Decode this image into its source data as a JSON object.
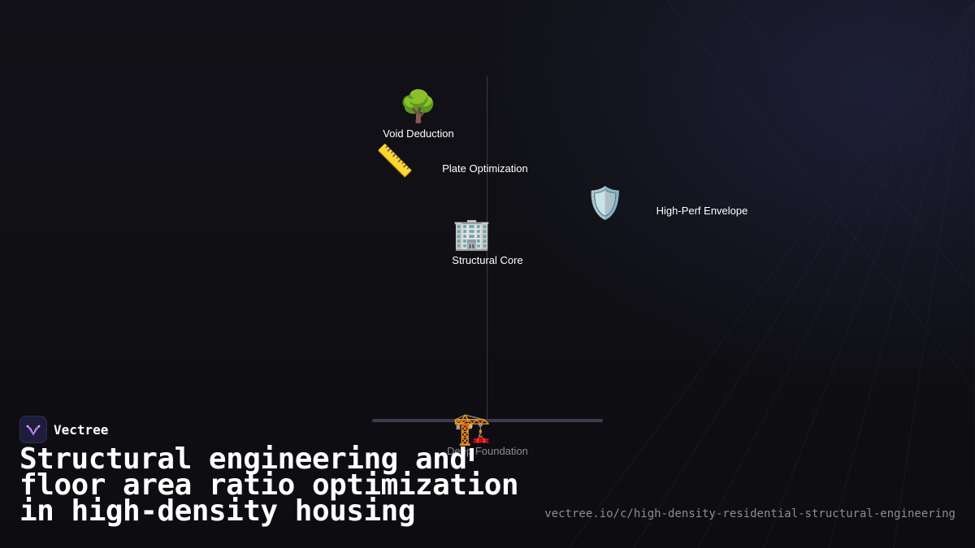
{
  "brand": {
    "name": "Vectree",
    "logo_icon": "vectree-logo-icon"
  },
  "title": "Structural engineering and floor area ratio optimization in high-density housing",
  "url": "vectree.io/c/high-density-residential-structural-engineering",
  "nodes": [
    {
      "id": "void-deduction",
      "label": "Void Deduction",
      "icon": "🌳",
      "icon_name": "tree-icon"
    },
    {
      "id": "plate-optimization",
      "label": "Plate Optimization",
      "icon": "📏",
      "icon_name": "ruler-icon"
    },
    {
      "id": "high-perf-envelope",
      "label": "High-Perf Envelope",
      "icon": "🛡️",
      "icon_name": "shield-icon"
    },
    {
      "id": "structural-core",
      "label": "Structural Core",
      "icon": "🏢",
      "icon_name": "office-building-icon"
    },
    {
      "id": "deep-foundation",
      "label": "Deep Foundation",
      "icon": "🏗️",
      "icon_name": "crane-icon"
    }
  ],
  "colors": {
    "background": "#0f0f14",
    "text": "#ffffff",
    "muted": "#8c8c98",
    "logo_bg": "#1f1d3c",
    "logo_accent": "#a855f7"
  }
}
